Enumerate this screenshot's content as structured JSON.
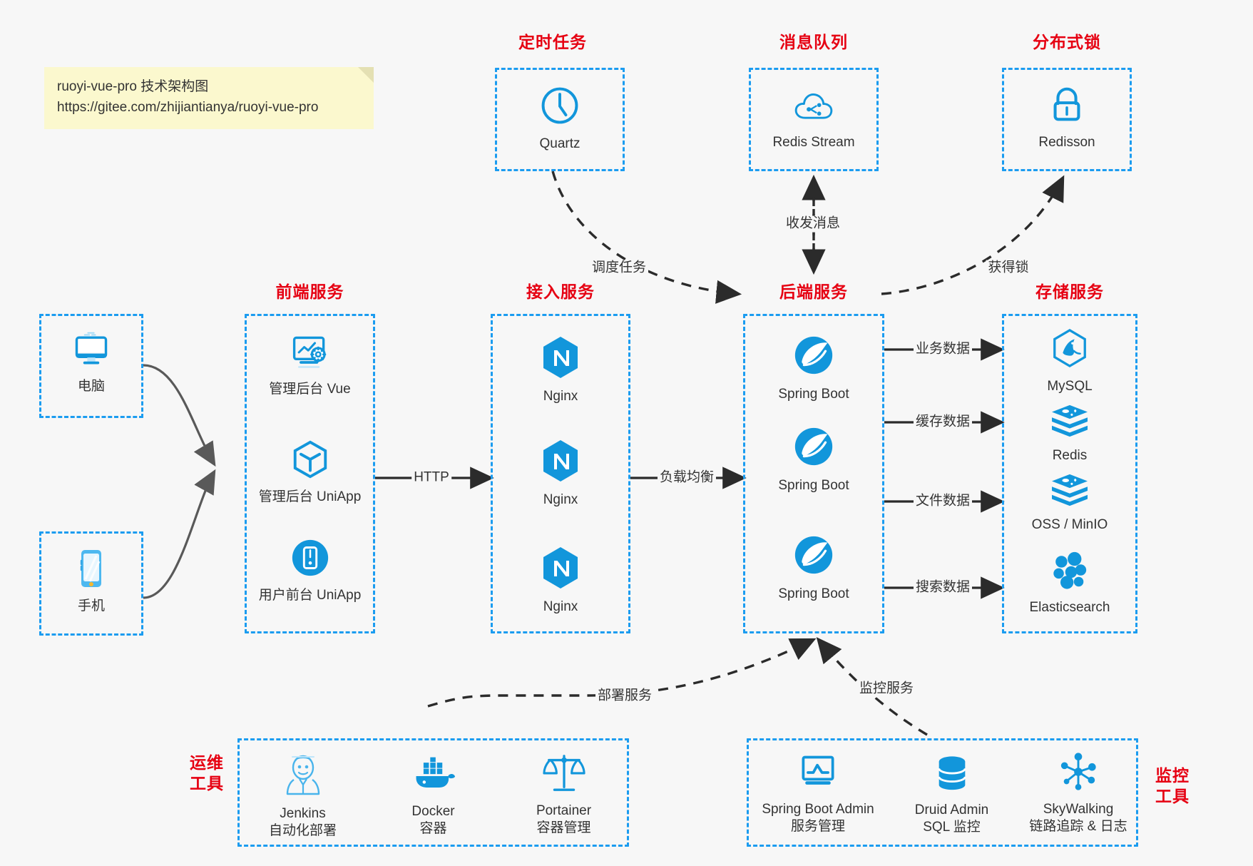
{
  "note": {
    "line1": "ruoyi-vue-pro 技术架构图",
    "line2": "https://gitee.com/zhijiantianya/ruoyi-vue-pro"
  },
  "colors": {
    "accent_blue": "#1b9cf0",
    "icon_blue": "#1296db",
    "title_red": "#e60012",
    "arrow_dark": "#2b2b2b",
    "arrow_grey": "#595959",
    "background": "#f7f7f7",
    "note_bg": "#fbf8ce"
  },
  "groups": {
    "scheduled_task": {
      "title": "定时任务"
    },
    "message_queue": {
      "title": "消息队列"
    },
    "distributed_lock": {
      "title": "分布式锁"
    },
    "frontend": {
      "title": "前端服务"
    },
    "gateway": {
      "title": "接入服务"
    },
    "backend": {
      "title": "后端服务"
    },
    "storage": {
      "title": "存储服务"
    },
    "devops": {
      "title_line1": "运维",
      "title_line2": "工具"
    },
    "monitor": {
      "title_line1": "监控",
      "title_line2": "工具"
    }
  },
  "clients": [
    {
      "label": "电脑",
      "icon": "desktop-computer-icon"
    },
    {
      "label": "手机",
      "icon": "mobile-phone-icon"
    }
  ],
  "frontend_nodes": [
    {
      "label": "管理后台 Vue",
      "icon": "admin-dashboard-icon"
    },
    {
      "label": "管理后台 UniApp",
      "icon": "uniapp-hexagon-icon"
    },
    {
      "label": "用户前台 UniApp",
      "icon": "uniapp-round-icon"
    }
  ],
  "gateway_nodes": [
    {
      "label": "Nginx",
      "icon": "nginx-icon"
    },
    {
      "label": "Nginx",
      "icon": "nginx-icon"
    },
    {
      "label": "Nginx",
      "icon": "nginx-icon"
    }
  ],
  "backend_nodes": [
    {
      "label": "Spring Boot",
      "icon": "spring-boot-icon"
    },
    {
      "label": "Spring Boot",
      "icon": "spring-boot-icon"
    },
    {
      "label": "Spring Boot",
      "icon": "spring-boot-icon"
    }
  ],
  "storage_nodes": [
    {
      "label": "MySQL",
      "icon": "mysql-icon"
    },
    {
      "label": "Redis",
      "icon": "redis-icon"
    },
    {
      "label": "OSS / MinIO",
      "icon": "oss-minio-icon"
    },
    {
      "label": "Elasticsearch",
      "icon": "elasticsearch-icon"
    }
  ],
  "top_nodes": {
    "quartz": {
      "label": "Quartz",
      "icon": "clock-icon"
    },
    "redis_stream": {
      "label": "Redis Stream",
      "icon": "cloud-stream-icon"
    },
    "redisson": {
      "label": "Redisson",
      "icon": "lock-icon"
    }
  },
  "devops_nodes": [
    {
      "label": "Jenkins",
      "sub": "自动化部署",
      "icon": "jenkins-icon"
    },
    {
      "label": "Docker",
      "sub": "容器",
      "icon": "docker-icon"
    },
    {
      "label": "Portainer",
      "sub": "容器管理",
      "icon": "portainer-scales-icon"
    }
  ],
  "monitor_nodes": [
    {
      "label": "Spring Boot Admin",
      "sub": "服务管理",
      "icon": "monitor-chart-icon"
    },
    {
      "label": "Druid Admin",
      "sub": "SQL 监控",
      "icon": "database-stack-icon"
    },
    {
      "label": "SkyWalking",
      "sub": "链路追踪 & 日志",
      "icon": "skywalking-icon"
    }
  ],
  "edge_labels": {
    "http": "HTTP",
    "load_balance": "负载均衡",
    "schedule_task": "调度任务",
    "send_receive_message": "收发消息",
    "acquire_lock": "获得锁",
    "business_data": "业务数据",
    "cache_data": "缓存数据",
    "file_data": "文件数据",
    "search_data": "搜索数据",
    "deploy_service": "部署服务",
    "monitor_service": "监控服务"
  }
}
